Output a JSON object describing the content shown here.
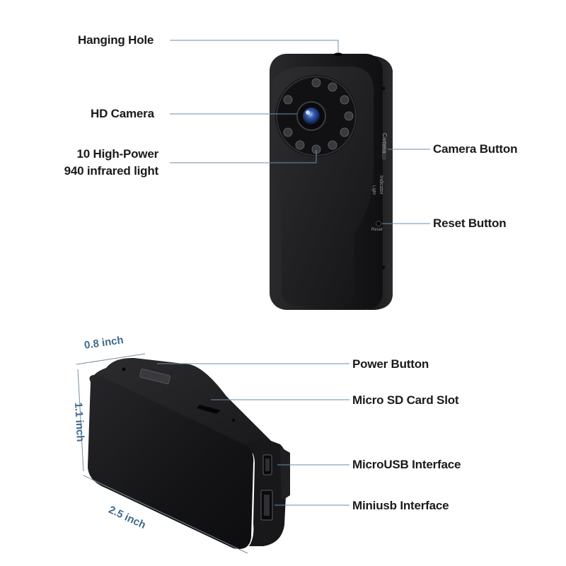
{
  "callouts_top": {
    "hanging_hole": "Hanging Hole",
    "hd_camera": "HD Camera",
    "infrared_line1": "10 High-Power",
    "infrared_line2": "940 infrared light",
    "camera_button": "Camera Button",
    "reset_button": "Reset Button"
  },
  "callouts_bottom": {
    "power_button": "Power Button",
    "micro_sd": "Micro SD Card Slot",
    "microusb": "MicroUSB Interface",
    "miniusb": "Miniusb Interface"
  },
  "dimensions": {
    "width": "0.8 inch",
    "height": "1.1 inch",
    "length": "2.5 inch"
  },
  "device_print": {
    "camera": "Camera",
    "indicator": "Indicator",
    "light": "Light",
    "reset": "Reset"
  },
  "colors": {
    "leader_line": "#6b8fa8",
    "dimension_text": "#3f6a8f",
    "device_body": "#1c1c1e"
  }
}
